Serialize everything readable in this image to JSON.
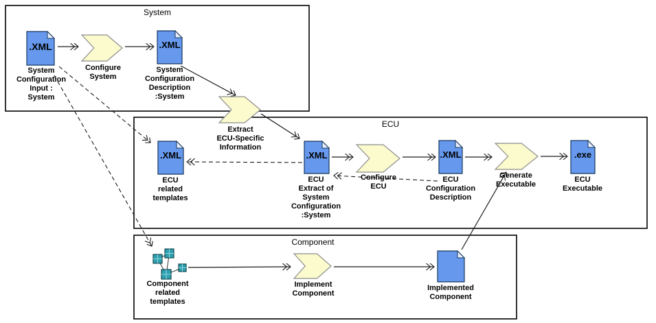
{
  "groups": {
    "system": {
      "title": "System"
    },
    "ecu": {
      "title": "ECU"
    },
    "component": {
      "title": "Component"
    }
  },
  "nodes": {
    "system_config_input": {
      "glyph": ".XML",
      "label": "System\nConfiguration\nInput :\nSystem"
    },
    "configure_system": {
      "label": "Configure\nSystem"
    },
    "system_config_description": {
      "glyph": ".XML",
      "label": "System\nConfiguration\nDescription\n:System"
    },
    "extract_ecu_info": {
      "label": "Extract\nECU-Specific\nInformation"
    },
    "ecu_related_templates": {
      "glyph": ".XML",
      "label": "ECU\nrelated\ntemplates"
    },
    "ecu_extract": {
      "glyph": ".XML",
      "label": "ECU\nExtract of\nSystem\nConfiguration\n:System"
    },
    "configure_ecu": {
      "label": "Configure\nECU"
    },
    "ecu_config_description": {
      "glyph": ".XML",
      "label": "ECU\nConfiguration\nDescription"
    },
    "generate_executable": {
      "label": "Generate\nExecutable"
    },
    "ecu_executable": {
      "glyph": ".exe",
      "label": "ECU\nExecutable"
    },
    "component_related_templates": {
      "label": "Component\nrelated\ntemplates"
    },
    "implement_component": {
      "label": "Implement\nComponent"
    },
    "implemented_component": {
      "label": "Implemented\nComponent"
    }
  },
  "colors": {
    "document_fill": "#6699ee",
    "document_border": "#16365c",
    "document_fold": "#e8effc",
    "process_fill": "#fbfbce",
    "process_border": "#8c8c8c",
    "template_fill": "#2f9fb0",
    "template_border": "#063b42",
    "template_grid": "#8fd8e0",
    "line": "#1a1a1a",
    "box_border": "#000000"
  }
}
